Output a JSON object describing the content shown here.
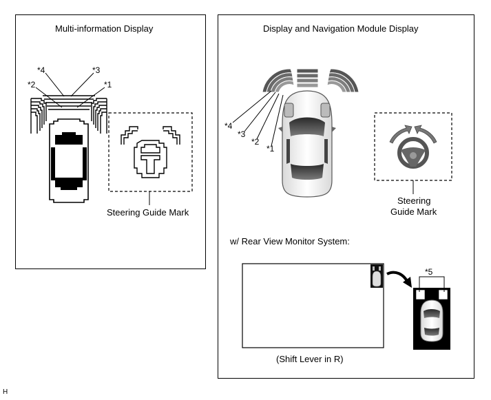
{
  "left_panel": {
    "title": "Multi-information Display",
    "callouts": [
      "*4",
      "*3",
      "*2",
      "*1"
    ],
    "steering_label": "Steering Guide Mark"
  },
  "right_panel": {
    "title": "Display and Navigation Module Display",
    "callouts": [
      "*4",
      "*3",
      "*2",
      "*1"
    ],
    "steering_label_line1": "Steering",
    "steering_label_line2": "Guide Mark",
    "rear_view_heading": "w/ Rear View Monitor System:",
    "callout_5": "*5",
    "shift_caption": "(Shift Lever in R)"
  },
  "corner_code": "H"
}
